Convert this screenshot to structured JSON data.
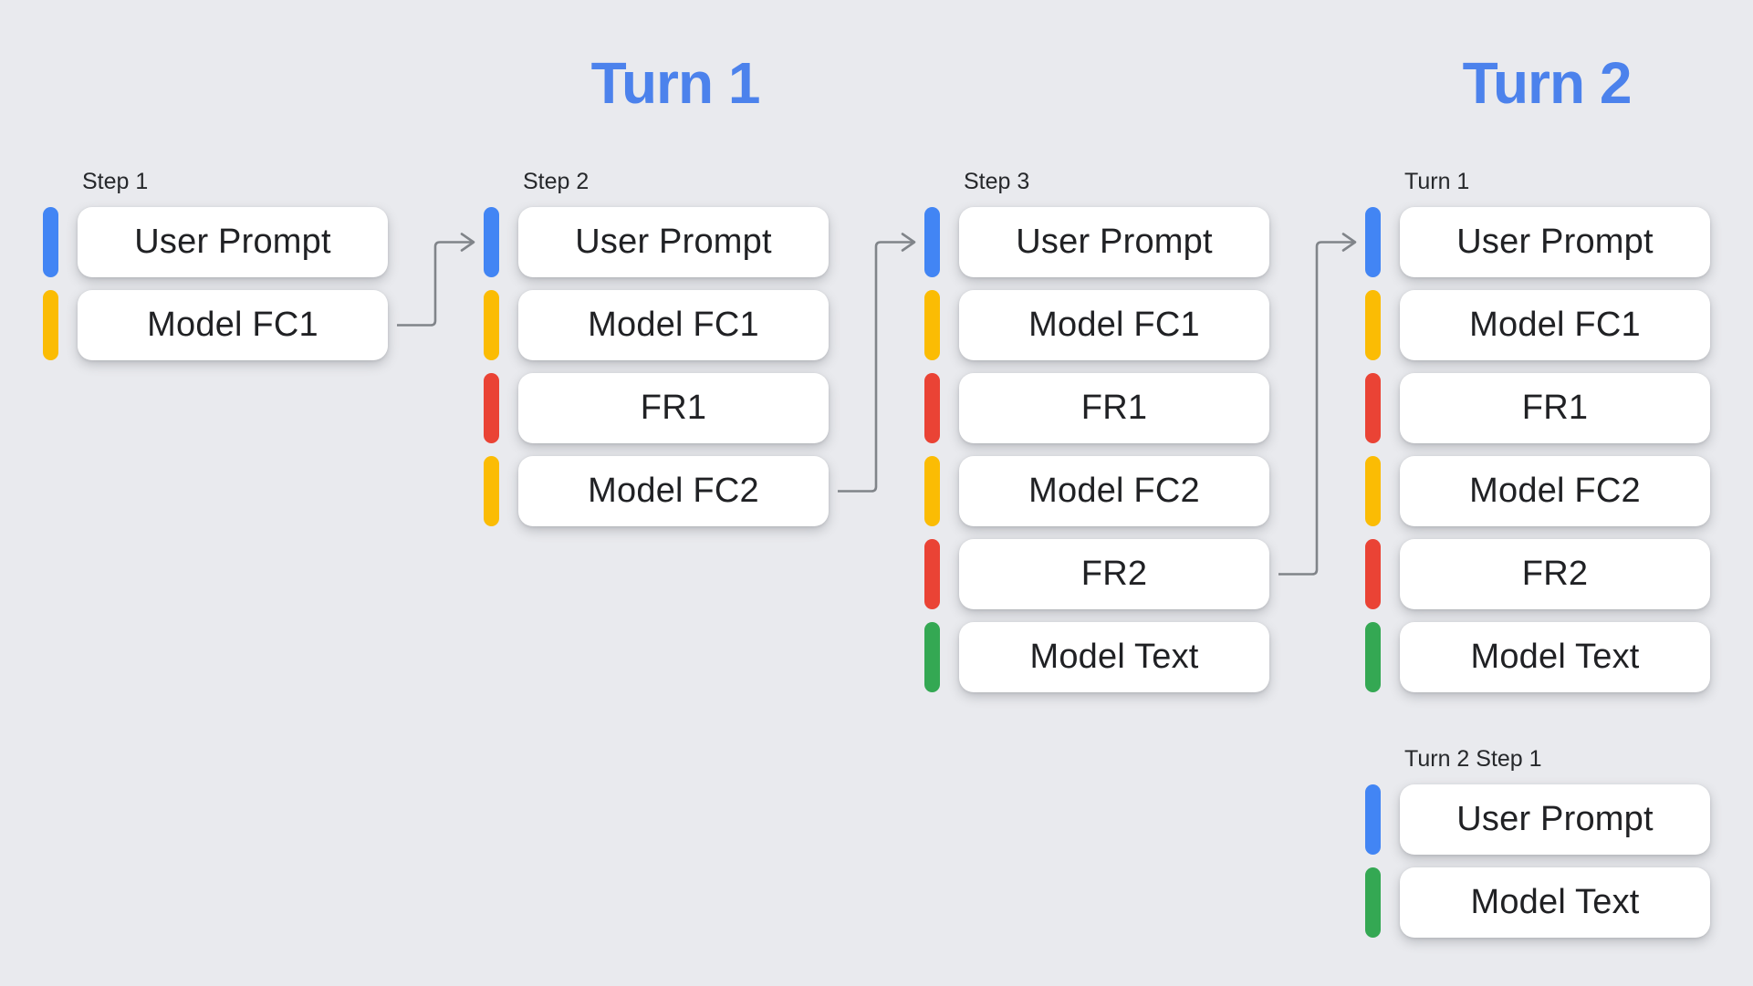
{
  "titles": [
    {
      "label": "Turn 1"
    },
    {
      "label": "Turn 2"
    }
  ],
  "colors": {
    "background": "#E9EAEE",
    "title": "#4C82EC",
    "arrow": "#808489",
    "card": "#FFFFFF",
    "text": "#202124",
    "user_prompt": "#4285F4",
    "model_function_call": "#FBBC04",
    "function_response": "#EA4335",
    "model_text": "#34A853"
  },
  "columns": [
    {
      "label": "Step 1",
      "items": [
        {
          "text": "User Prompt",
          "type": "user_prompt"
        },
        {
          "text": "Model FC1",
          "type": "model_function_call"
        }
      ]
    },
    {
      "label": "Step 2",
      "items": [
        {
          "text": "User Prompt",
          "type": "user_prompt"
        },
        {
          "text": "Model FC1",
          "type": "model_function_call"
        },
        {
          "text": "FR1",
          "type": "function_response"
        },
        {
          "text": "Model FC2",
          "type": "model_function_call"
        }
      ]
    },
    {
      "label": "Step 3",
      "items": [
        {
          "text": "User Prompt",
          "type": "user_prompt"
        },
        {
          "text": "Model FC1",
          "type": "model_function_call"
        },
        {
          "text": "FR1",
          "type": "function_response"
        },
        {
          "text": "Model FC2",
          "type": "model_function_call"
        },
        {
          "text": "FR2",
          "type": "function_response"
        },
        {
          "text": "Model Text",
          "type": "model_text"
        }
      ]
    },
    {
      "label": "Turn 1",
      "items": [
        {
          "text": "User Prompt",
          "type": "user_prompt"
        },
        {
          "text": "Model FC1",
          "type": "model_function_call"
        },
        {
          "text": "FR1",
          "type": "function_response"
        },
        {
          "text": "Model FC2",
          "type": "model_function_call"
        },
        {
          "text": "FR2",
          "type": "function_response"
        },
        {
          "text": "Model Text",
          "type": "model_text"
        }
      ]
    },
    {
      "label": "Turn 2 Step 1",
      "items": [
        {
          "text": "User Prompt",
          "type": "user_prompt"
        },
        {
          "text": "Model Text",
          "type": "model_text"
        }
      ]
    }
  ],
  "arrows": [
    {
      "from_column": 0,
      "from_row": 1,
      "to_column": 1,
      "to_row": 0
    },
    {
      "from_column": 1,
      "from_row": 3,
      "to_column": 2,
      "to_row": 0
    },
    {
      "from_column": 2,
      "from_row": 4,
      "to_column": 3,
      "to_row": 0
    }
  ]
}
